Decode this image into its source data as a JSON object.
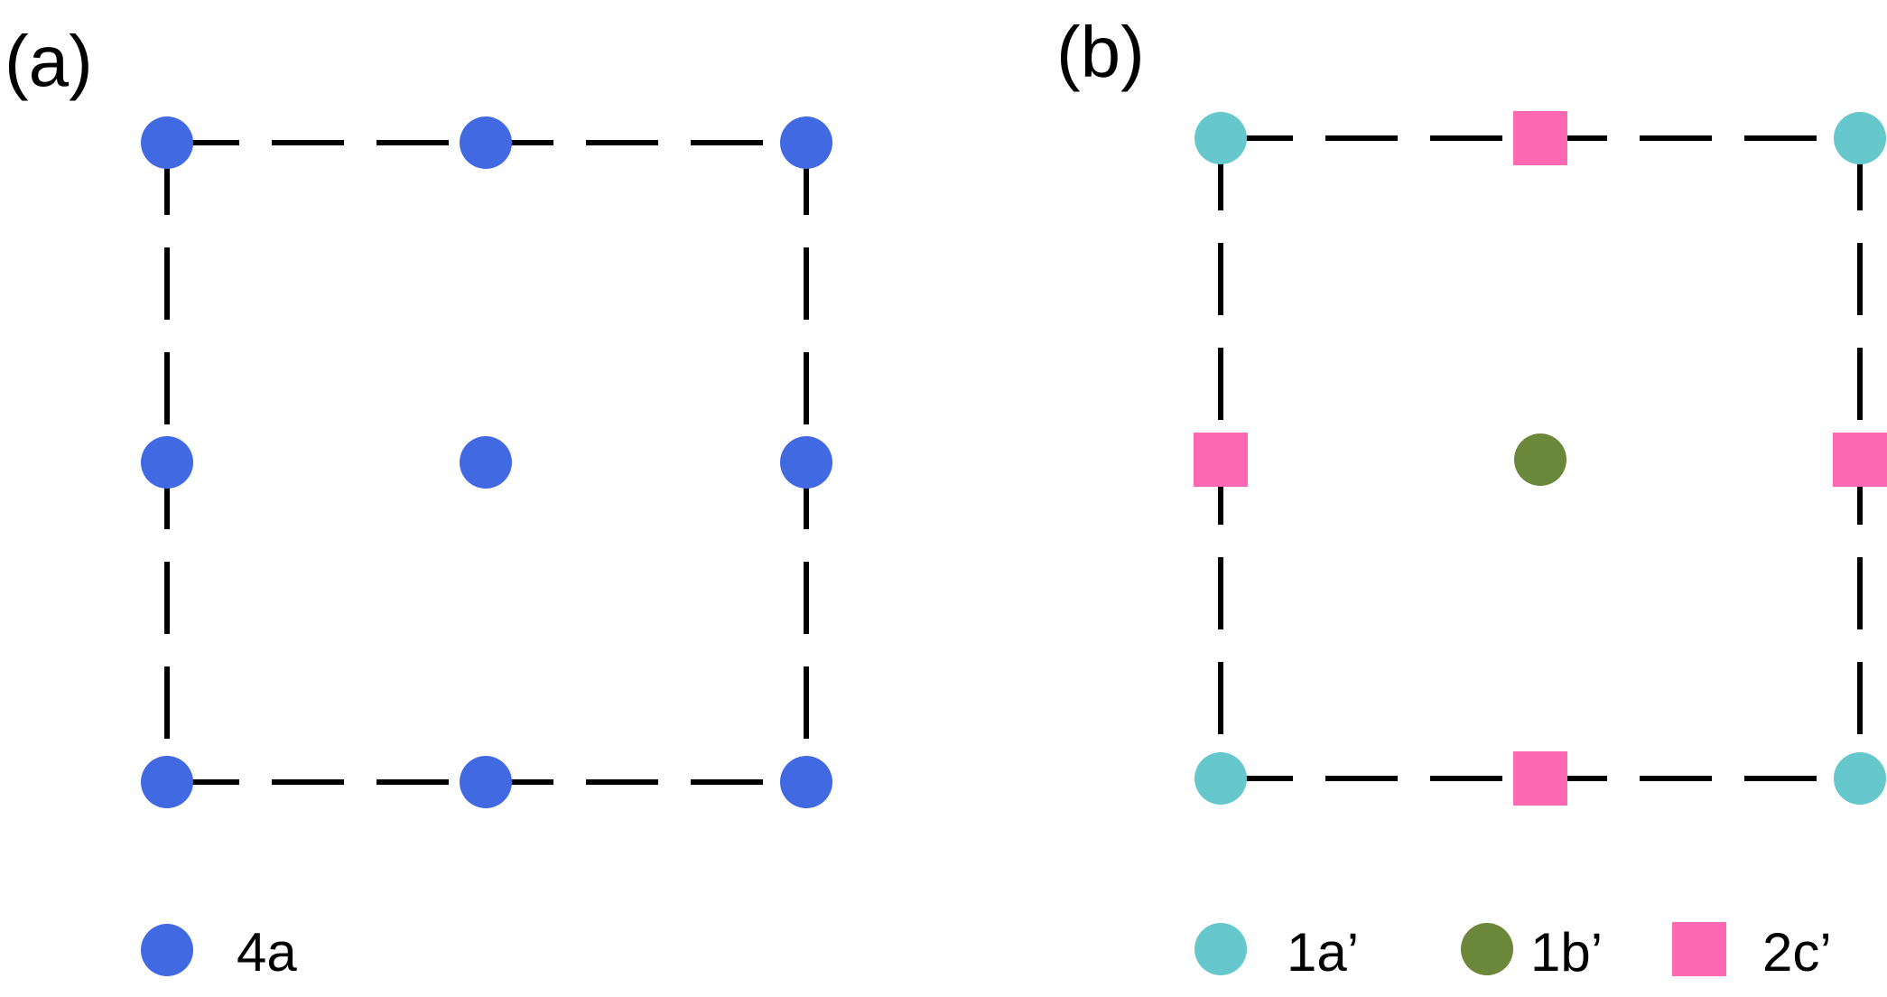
{
  "panels": [
    {
      "label": "(a)",
      "legend": [
        {
          "label": "4a",
          "color": "#4169e1",
          "shape": "circle"
        }
      ]
    },
    {
      "label": "(b)",
      "legend": [
        {
          "label": "1a’",
          "color": "#66c8cc",
          "shape": "circle"
        },
        {
          "label": "1b’",
          "color": "#6b8739",
          "shape": "circle"
        },
        {
          "label": "2c’",
          "color": "#ff69b4",
          "shape": "square"
        }
      ]
    }
  ]
}
